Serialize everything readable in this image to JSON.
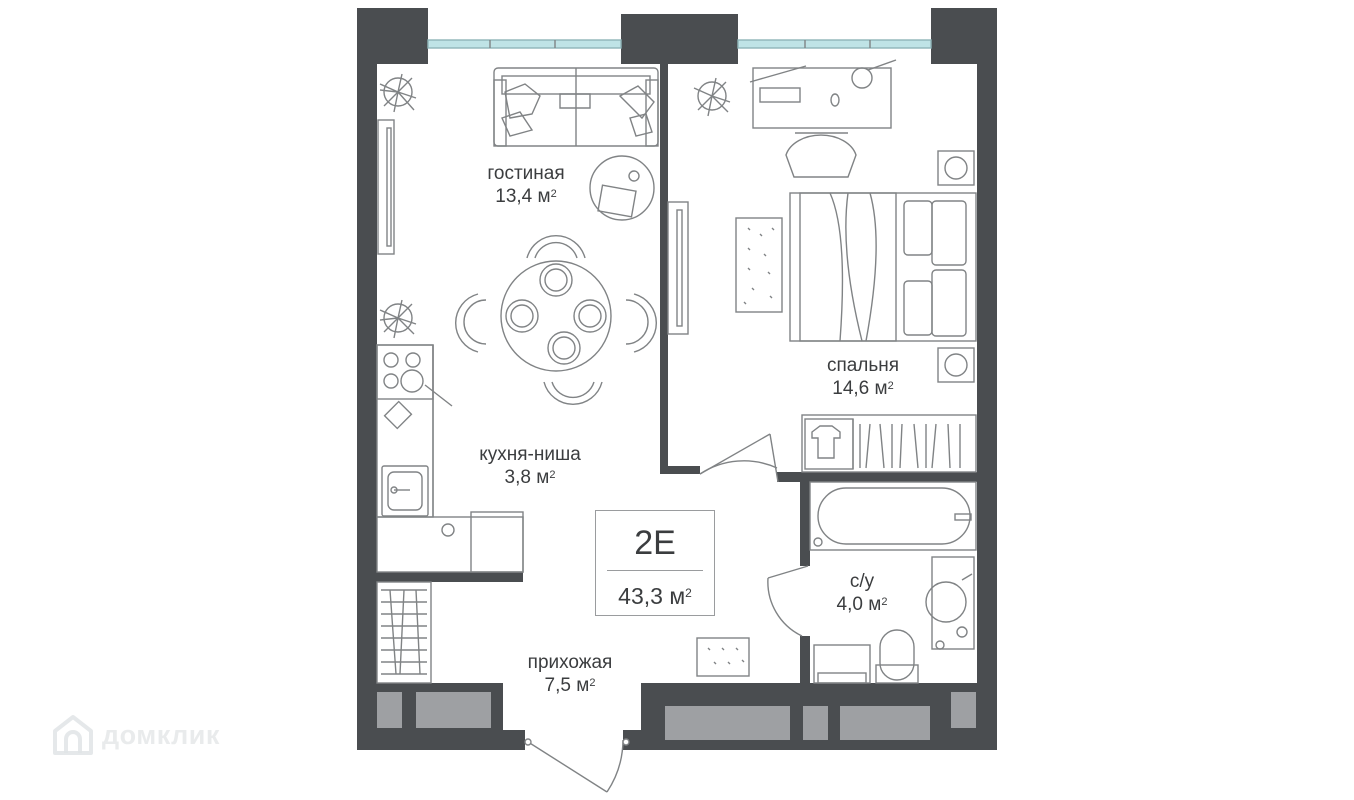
{
  "unit": {
    "code": "2E",
    "area": "43,3 м",
    "area_unit_power": "2"
  },
  "rooms": {
    "living": {
      "name": "гостиная",
      "area": "13,4 м",
      "power": "2"
    },
    "bedroom": {
      "name": "спальня",
      "area": "14,6 м",
      "power": "2"
    },
    "kitchen": {
      "name": "кухня-ниша",
      "area": "3,8 м",
      "power": "2"
    },
    "bath": {
      "name": "с/у",
      "area": "4,0 м",
      "power": "2"
    },
    "hall": {
      "name": "прихожая",
      "area": "7,5 м",
      "power": "2"
    }
  },
  "watermark": {
    "text": "домклик",
    "icon": "house-logo-icon"
  },
  "colors": {
    "wall": "#4a4d50",
    "line": "#808385",
    "window": "#bfe3e6",
    "text": "#3b3d3f"
  }
}
